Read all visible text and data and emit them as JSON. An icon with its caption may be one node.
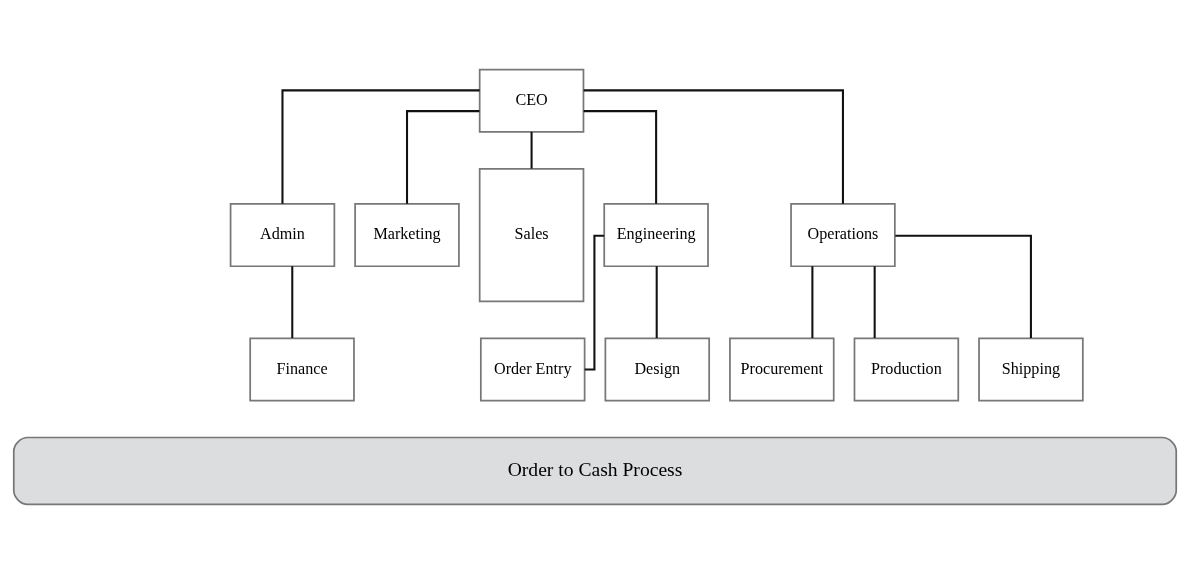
{
  "diagram": {
    "nodes": [
      {
        "text": [
          "CEO"
        ]
      },
      {
        "text": [
          "Admin"
        ]
      },
      {
        "text": [
          "Marketing"
        ]
      },
      {
        "text": [
          "Sales"
        ]
      },
      {
        "text": [
          "Engineering"
        ]
      },
      {
        "text": [
          "Operations"
        ]
      },
      {
        "text": [
          "Finance"
        ]
      },
      {
        "text": [
          "Order Entry"
        ]
      },
      {
        "text": [
          "Design"
        ]
      },
      {
        "text": [
          "Procurement"
        ]
      },
      {
        "text": [
          "Production"
        ]
      },
      {
        "text": [
          "Shipping"
        ]
      },
      {
        "text": [
          "Order to Cash Process"
        ]
      }
    ],
    "edges": [
      {
        "from": 0,
        "to": 1,
        "arrow": "none"
      },
      {
        "from": 0,
        "to": 2,
        "arrow": "none"
      },
      {
        "from": 0,
        "to": 3,
        "arrow": "none"
      },
      {
        "from": 0,
        "to": 4,
        "arrow": "none"
      },
      {
        "from": 0,
        "to": 5,
        "arrow": "none"
      },
      {
        "from": 1,
        "to": 6,
        "arrow": "none"
      },
      {
        "from": 4,
        "to": 7,
        "arrow": "none"
      },
      {
        "from": 4,
        "to": 8,
        "arrow": "none"
      },
      {
        "from": 5,
        "to": 9,
        "arrow": "none"
      },
      {
        "from": 5,
        "to": 10,
        "arrow": "none"
      },
      {
        "from": 5,
        "to": 11,
        "arrow": "none"
      }
    ]
  }
}
